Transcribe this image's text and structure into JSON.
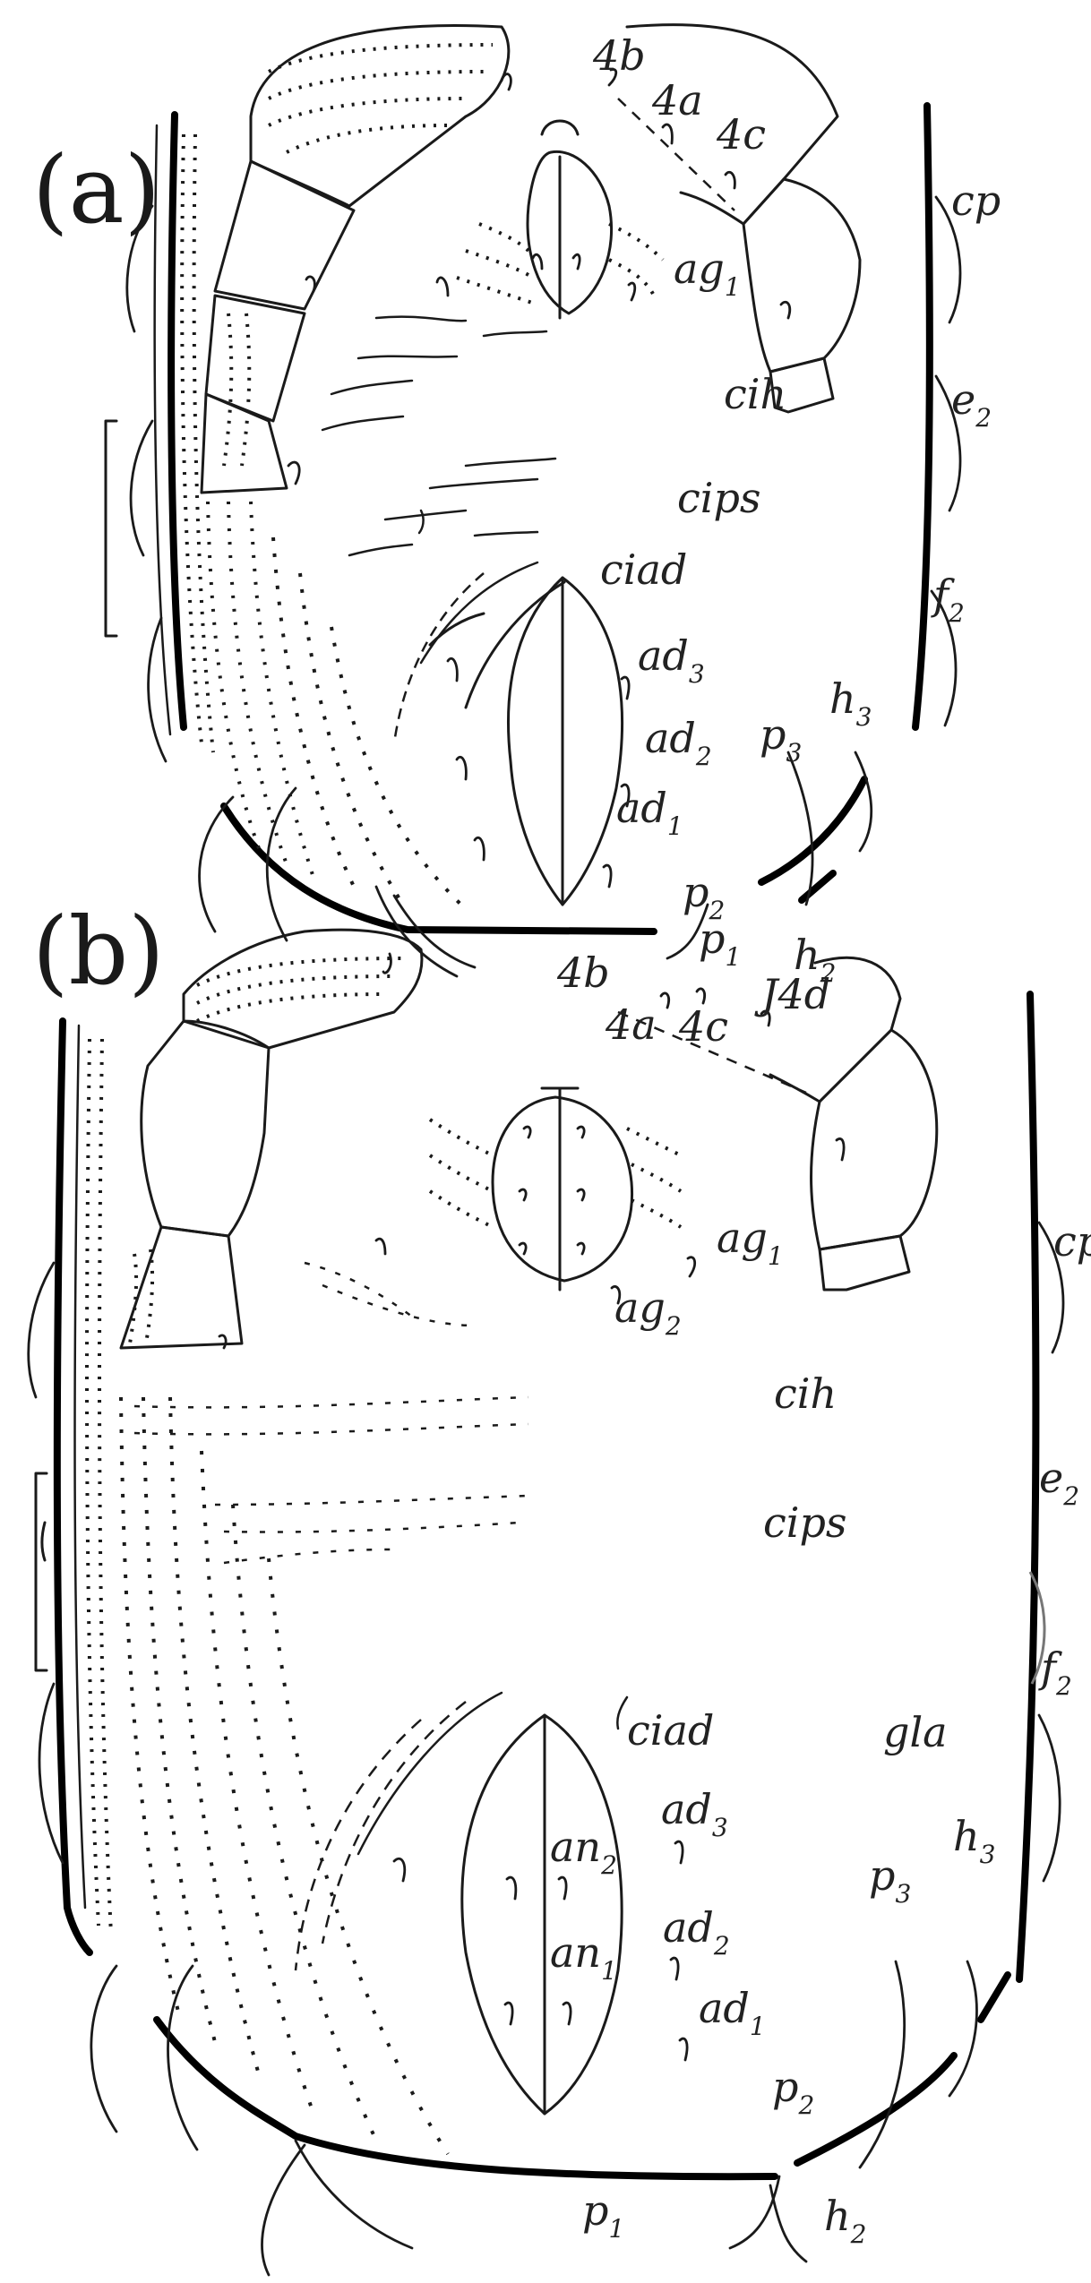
{
  "panels": {
    "a": {
      "letter": "(a)",
      "labels": {
        "s4b": "4b",
        "s4a": "4a",
        "s4c": "4c",
        "cp": "cp",
        "ag1_base": "ag",
        "ag1_sub": "1",
        "ih": "ih",
        "e2_base": "e",
        "e2_sub": "2",
        "ips": "ips",
        "iad": "iad",
        "f2_base": "f",
        "f2_sub": "2",
        "ad3_base": "ad",
        "ad3_sub": "3",
        "h3_base": "h",
        "h3_sub": "3",
        "p3_base": "p",
        "p3_sub": "3",
        "ad2_base": "ad",
        "ad2_sub": "2",
        "ad1_base": "ad",
        "ad1_sub": "1",
        "p2_base": "p",
        "p2_sub": "2",
        "p1_base": "p",
        "p1_sub": "1",
        "h2_base": "h",
        "h2_sub": "2"
      }
    },
    "b": {
      "letter": "(b)",
      "labels": {
        "s4b": "4b",
        "s4a": "4a",
        "s4c": "4c",
        "s4d": "4d",
        "ag1_base": "ag",
        "ag1_sub": "1",
        "ag2_base": "ag",
        "ag2_sub": "2",
        "cp": "cp",
        "ih": "ih",
        "e2_base": "e",
        "e2_sub": "2",
        "ips": "ips",
        "f2_base": "f",
        "f2_sub": "2",
        "iad": "iad",
        "gla": "gla",
        "an2_base": "an",
        "an2_sub": "2",
        "ad3_base": "ad",
        "ad3_sub": "3",
        "h3_base": "h",
        "h3_sub": "3",
        "p3_base": "p",
        "p3_sub": "3",
        "an1_base": "an",
        "an1_sub": "1",
        "ad2_base": "ad",
        "ad2_sub": "2",
        "ad1_base": "ad",
        "ad1_sub": "1",
        "p2_base": "p",
        "p2_sub": "2",
        "p1_base": "p",
        "p1_sub": "1",
        "h2_base": "h",
        "h2_sub": "2"
      }
    }
  },
  "colors": {
    "ink": "#1a1a1a",
    "paper": "#ffffff",
    "gray_line": "#777777"
  }
}
